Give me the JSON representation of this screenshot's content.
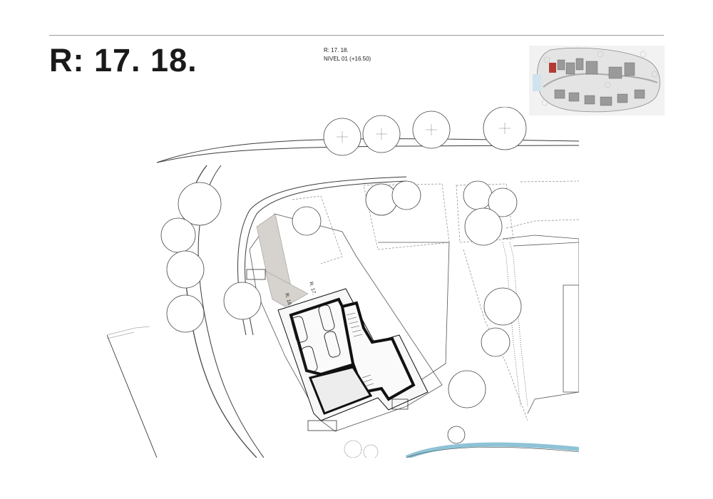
{
  "header": {
    "title": "R: 17. 18.",
    "sheet_ref": "R: 17. 18.",
    "level": "NIVEL 01 (+16.50)"
  },
  "plan": {
    "unit_labels": [
      "R. 18.",
      "R. 17."
    ],
    "highlight_color": "#b33a33",
    "ramp_color": "#d6d2cd",
    "line_color": "#3b3b3b"
  }
}
